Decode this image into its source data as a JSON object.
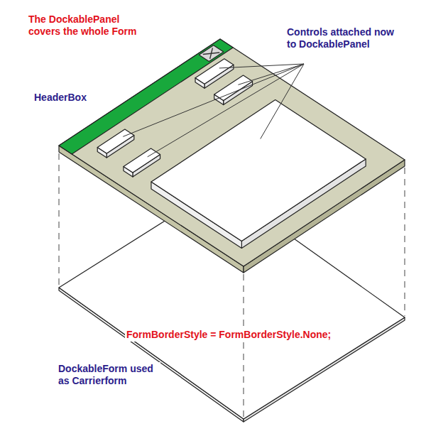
{
  "diagram": {
    "labels": [
      "The DockablePanel covers the whole Form",
      "Controls attached now to DockablePanel",
      "HeaderBox",
      "FormBorderStyle = FormBorderStyle.None;",
      "DockableForm used as Carrierform"
    ]
  }
}
